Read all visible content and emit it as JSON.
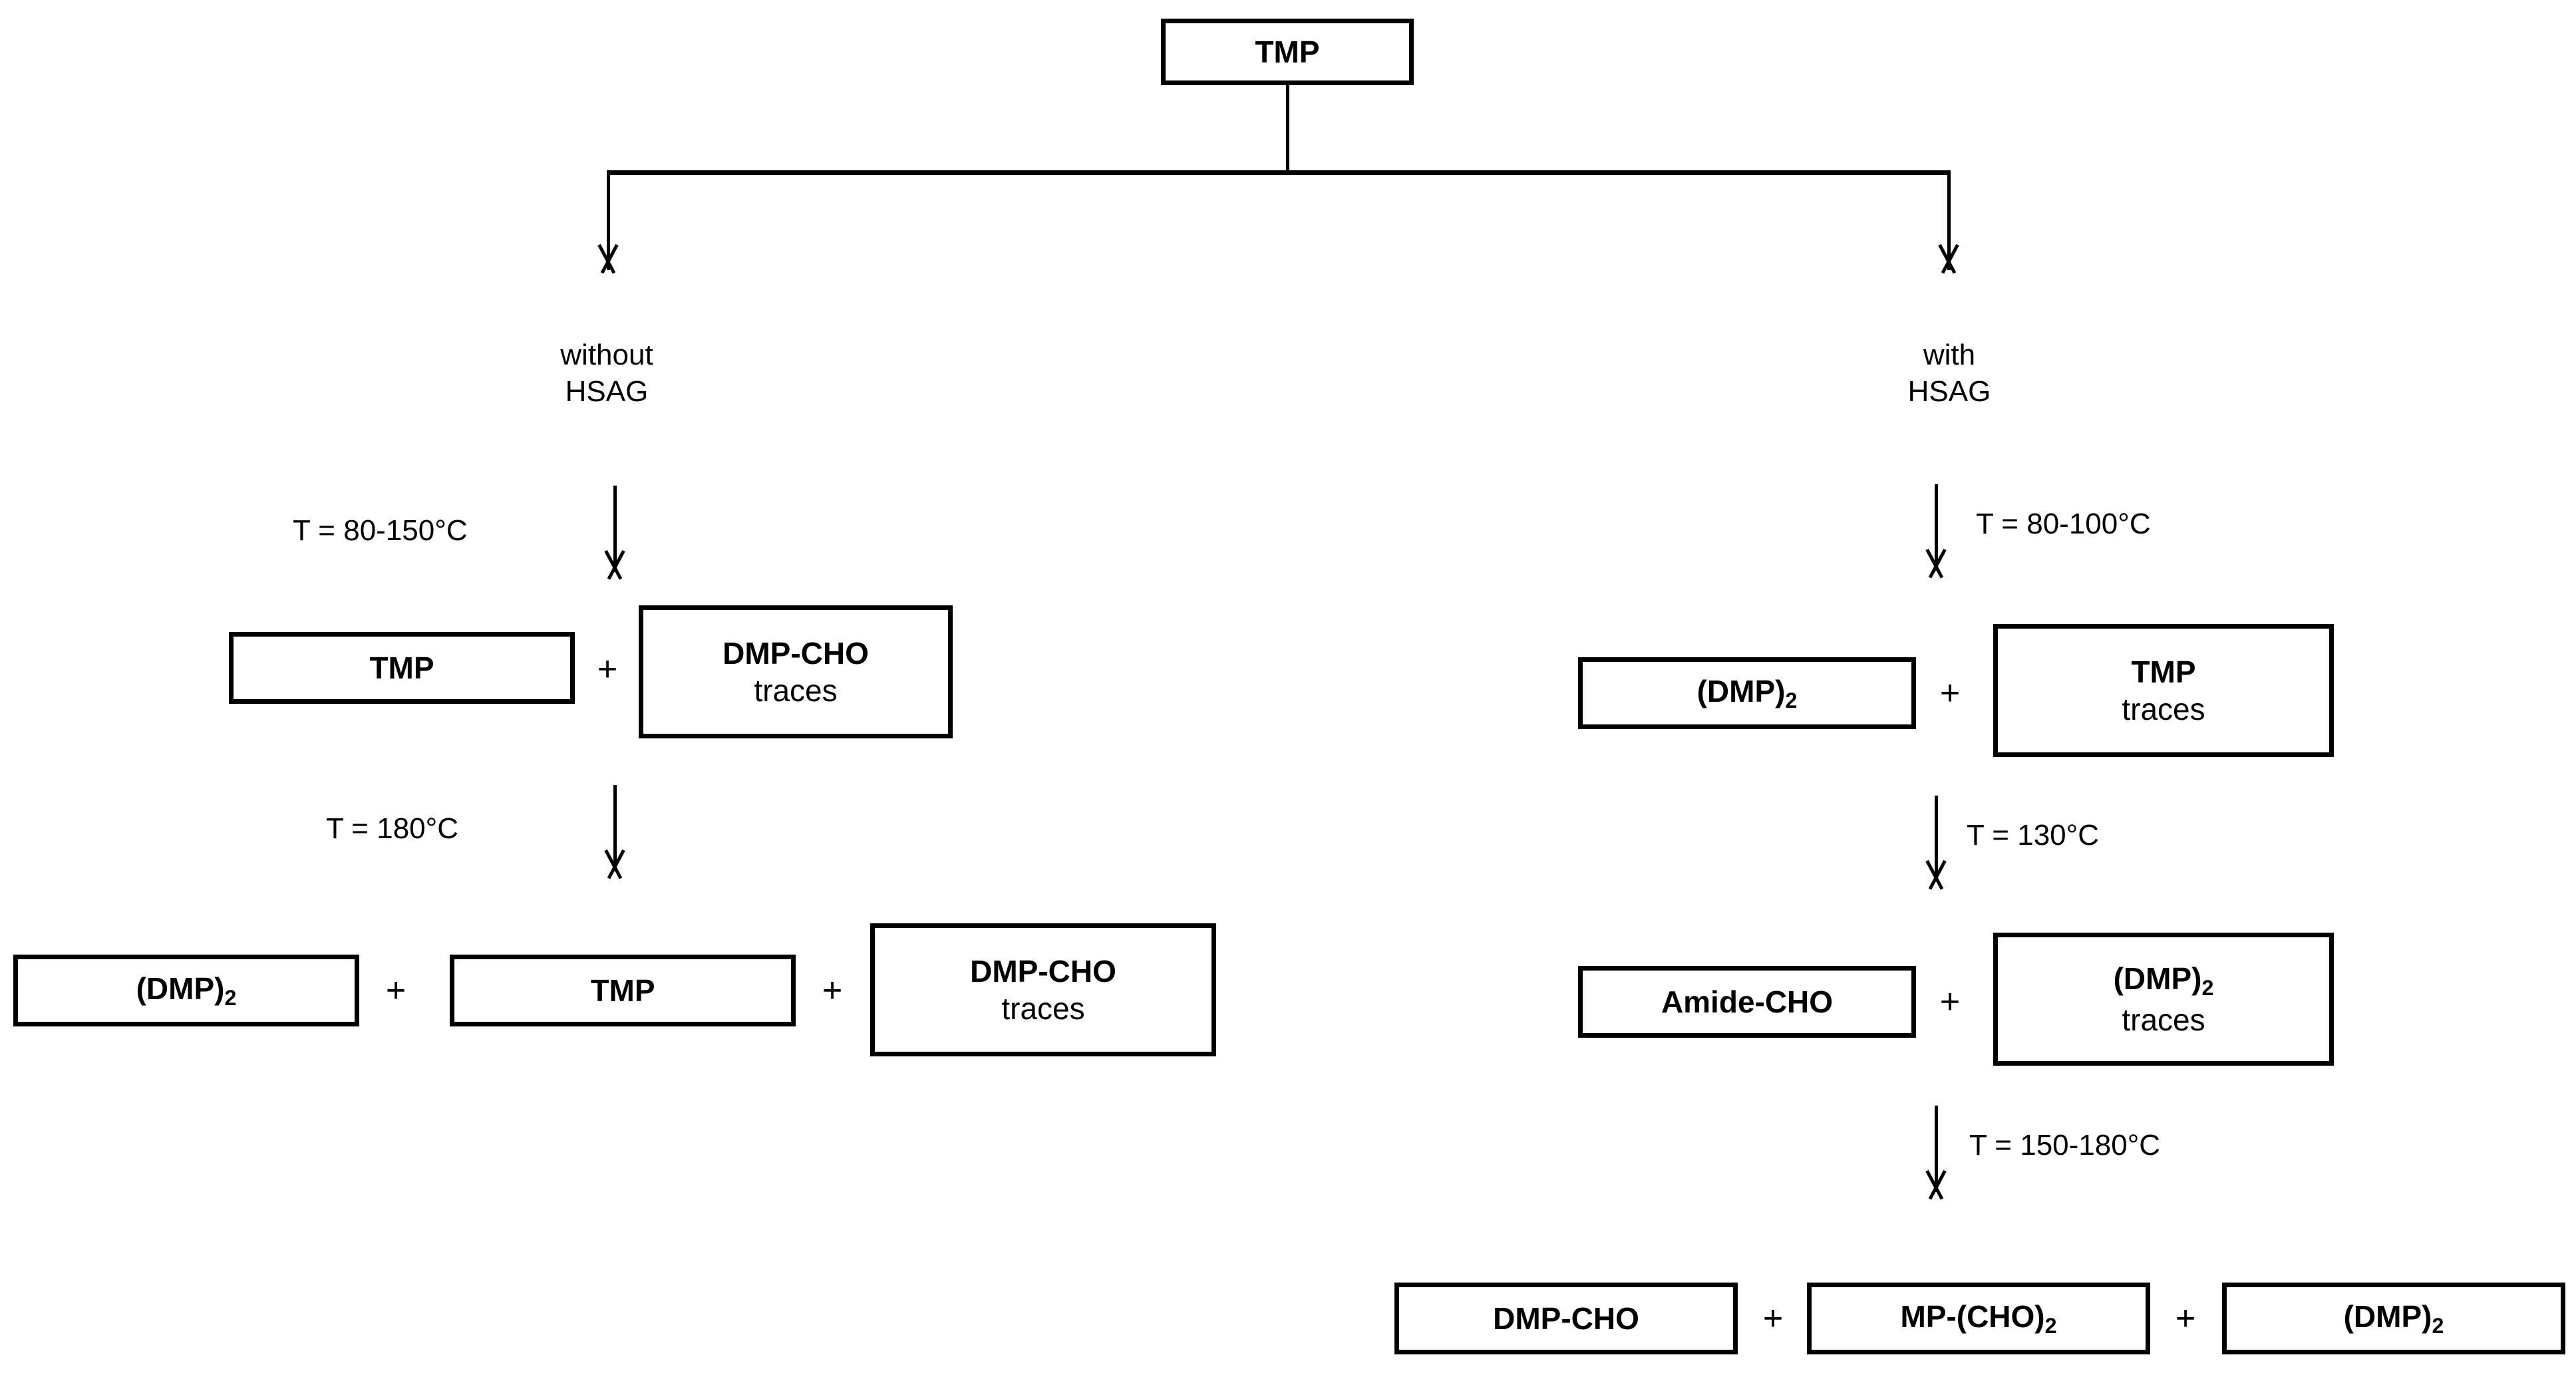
{
  "diagram": {
    "title_node": {
      "label": "TMP"
    },
    "branches": {
      "left": {
        "condition": "without",
        "reagent": "HSAG"
      },
      "right": {
        "condition": "with",
        "reagent": "HSAG"
      }
    },
    "conditions": {
      "left_step1": "T = 80-150°C",
      "left_step2": "T = 180°C",
      "right_step1": "T = 80-100°C",
      "right_step2": "T = 130°C",
      "right_step3": "T = 150-180°C"
    },
    "operators": {
      "plus": "+"
    },
    "rows": {
      "left_row1": {
        "box1_main": "TMP",
        "box2_main": "DMP-CHO",
        "box2_sub": "traces"
      },
      "left_row2": {
        "box1_main": "(DMP)",
        "box1_subscript": "2",
        "box2_main": "TMP",
        "box3_main": "DMP-CHO",
        "box3_sub": "traces"
      },
      "right_row1": {
        "box1_main": "(DMP)",
        "box1_subscript": "2",
        "box2_main": "TMP",
        "box2_sub": "traces"
      },
      "right_row2": {
        "box1_main": "Amide-CHO",
        "box2_main": "(DMP)",
        "box2_subscript": "2",
        "box2_sub": "traces"
      },
      "right_row3": {
        "box1_main": "DMP-CHO",
        "box2_main": "MP-(CHO)",
        "box2_subscript": "2",
        "box3_main": "(DMP)",
        "box3_subscript": "2"
      }
    }
  },
  "colors": {
    "stroke": "#000000",
    "background": "#ffffff"
  }
}
